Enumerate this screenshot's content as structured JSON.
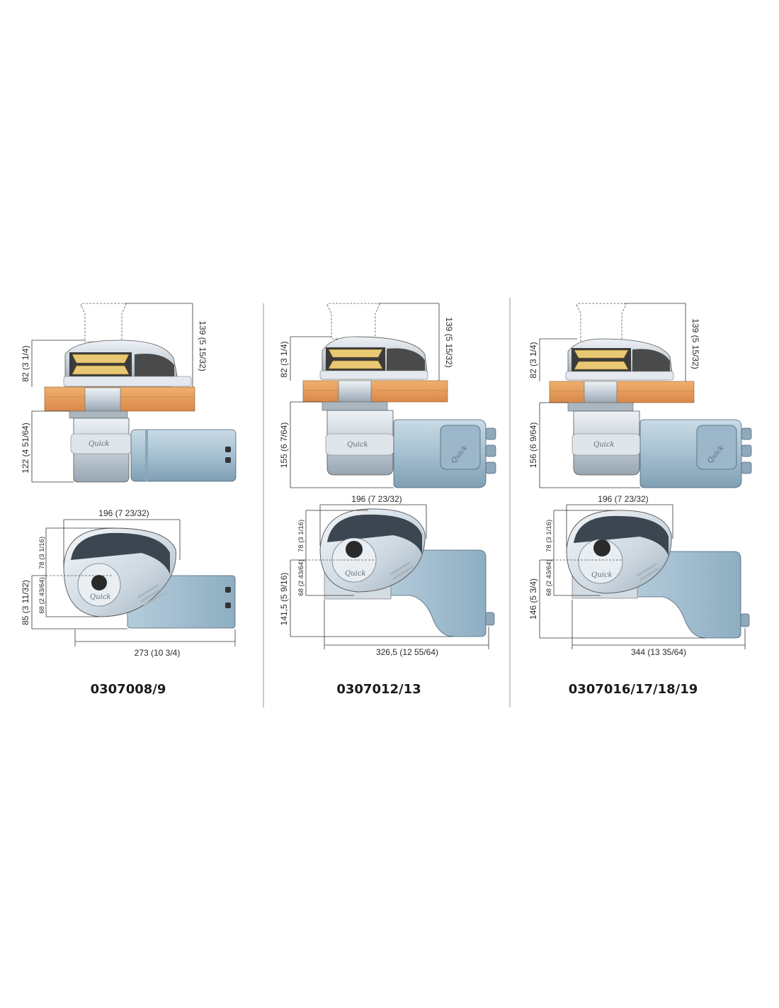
{
  "models": [
    {
      "code": "0307008/9",
      "side": {
        "total_height": "139 (5 15/32)",
        "above_deck": "82 (3 1/4)",
        "below_deck": "122 (4 51/64)"
      },
      "top": {
        "width": "196 (7 23/32)",
        "top_offset": "78 (3 1/16)",
        "mid_offset": "68 (2 43/64)",
        "depth": "85 (3 11/32)",
        "length": "273 (10 3/4)"
      },
      "logo_text": "Quick"
    },
    {
      "code": "0307012/13",
      "side": {
        "total_height": "139 (5 15/32)",
        "above_deck": "82 (3 1/4)",
        "below_deck": "155 (6 7/64)"
      },
      "top": {
        "width": "196 (7 23/32)",
        "top_offset": "78 (3 1/16)",
        "mid_offset": "68 (2 43/64)",
        "depth": "141,5 (5 9/16)",
        "length": "326,5 (12 55/64)"
      },
      "logo_text": "Quick"
    },
    {
      "code": "0307016/17/18/19",
      "side": {
        "total_height": "139 (5 15/32)",
        "above_deck": "82 (3 1/4)",
        "below_deck": "156 (6 9/64)"
      },
      "top": {
        "width": "196 (7 23/32)",
        "top_offset": "78 (3 1/16)",
        "mid_offset": "68 (2 43/64)",
        "depth": "146 (5 3/4)",
        "length": "344 (13 35/64)"
      },
      "logo_text": "Quick"
    }
  ],
  "colors": {
    "deck_wood": "#e79d5a",
    "motor_blue": "#a9c3d3",
    "housing_silver": "#c9d3dc",
    "gypsy_gold": "#e8c873"
  }
}
